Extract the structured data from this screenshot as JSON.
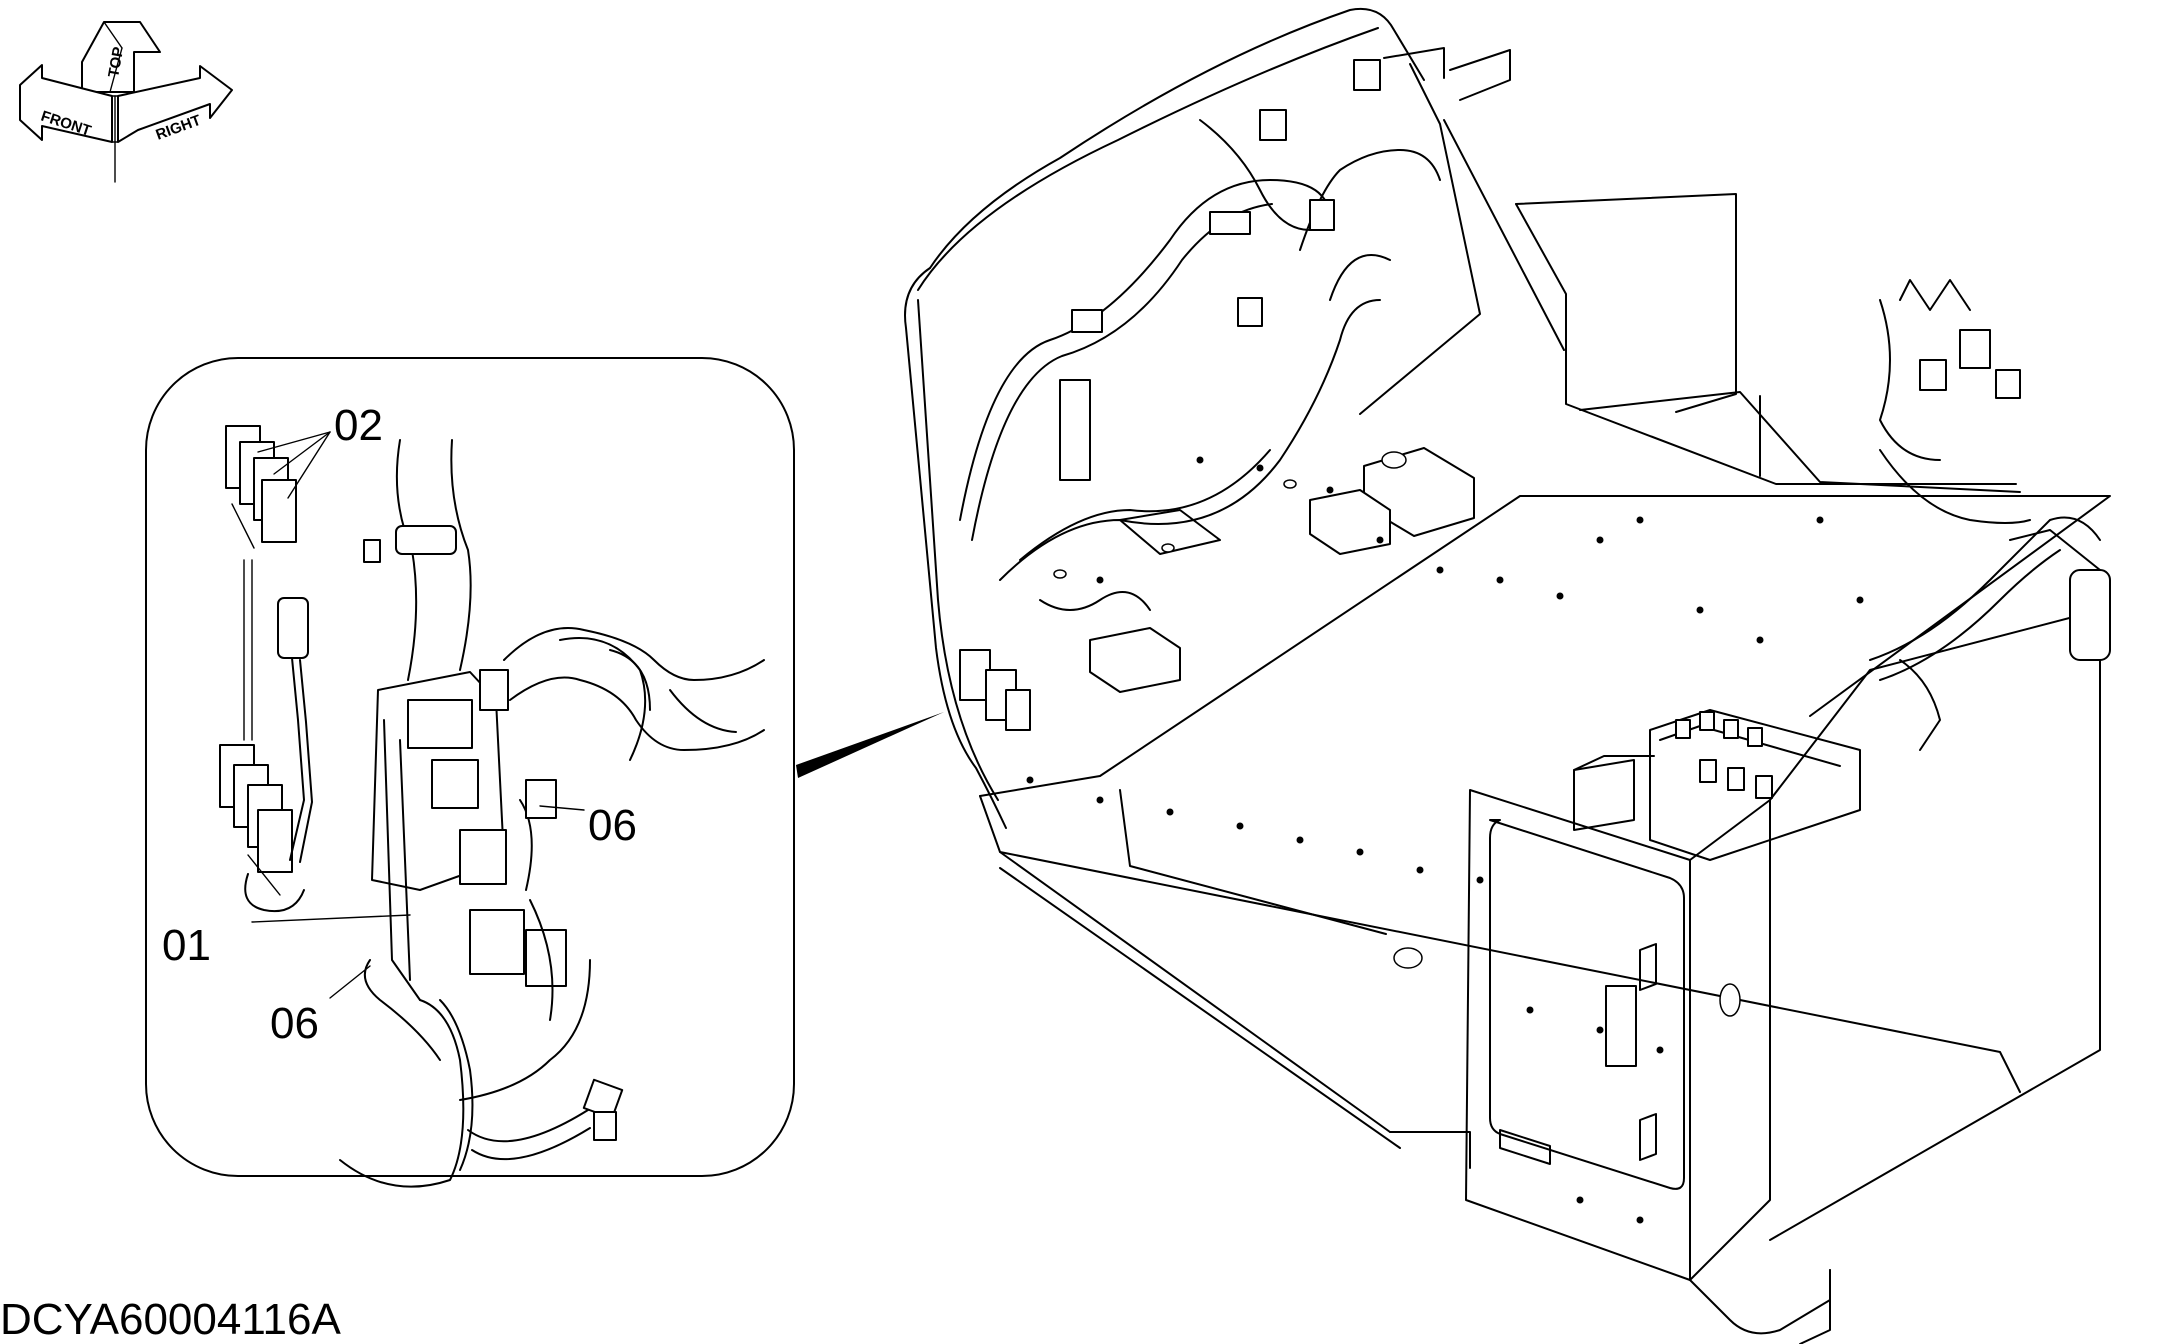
{
  "orientation": {
    "top_label": "TOP",
    "front_label": "FRONT",
    "right_label": "RIGHT"
  },
  "callouts": {
    "part_02": "02",
    "part_01": "01",
    "part_06_upper": "06",
    "part_06_lower": "06"
  },
  "drawing_code": "DCYA60004116A"
}
